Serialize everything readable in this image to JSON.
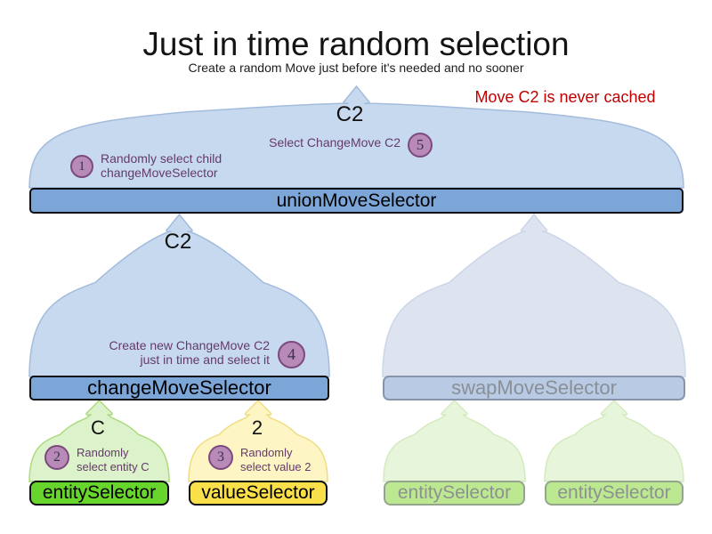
{
  "header": {
    "title": "Just in time random selection",
    "subtitle": "Create a random Move just before it's needed and no sooner",
    "annotation": "Move C2 is never cached"
  },
  "selectors": {
    "union": {
      "label": "unionMoveSelector",
      "output": "C2"
    },
    "change": {
      "label": "changeMoveSelector",
      "output": "C2"
    },
    "swap": {
      "label": "swapMoveSelector"
    },
    "entity": {
      "label": "entitySelector",
      "output": "C"
    },
    "value": {
      "label": "valueSelector",
      "output": "2"
    },
    "faded_entity_left": {
      "label": "entitySelector"
    },
    "faded_entity_right": {
      "label": "entitySelector"
    }
  },
  "steps": {
    "step1": {
      "num": "1",
      "line1": "Randomly select child",
      "line2": "changeMoveSelector"
    },
    "step2": {
      "num": "2",
      "line1": "Randomly",
      "line2": "select entity C"
    },
    "step3": {
      "num": "3",
      "line1": "Randomly",
      "line2": "select value 2"
    },
    "step4": {
      "num": "4",
      "line1": "Create new ChangeMove C2",
      "line2": "just in time and select it"
    },
    "step5": {
      "num": "5",
      "line1": "Select ChangeMove C2"
    }
  },
  "colors": {
    "annotation_red": "#c00000",
    "selector_blue": "#7ca6d8",
    "funnel_blue": "#c7d9ee",
    "faded_selector_blue": "#b9cbe4",
    "faded_funnel_blue": "#dde4f0",
    "entity_green": "#68d52c",
    "value_yellow": "#f9e04b",
    "funnel_green": "#dcf2ca",
    "funnel_yellow": "#fdf5c4",
    "faded_funnel_green": "#e7f5da",
    "faded_entity_green": "#bce892",
    "step_circle_purple": "#b78ab8",
    "step_circle_border": "#7c4a7e",
    "note_purple": "#643a6b"
  }
}
